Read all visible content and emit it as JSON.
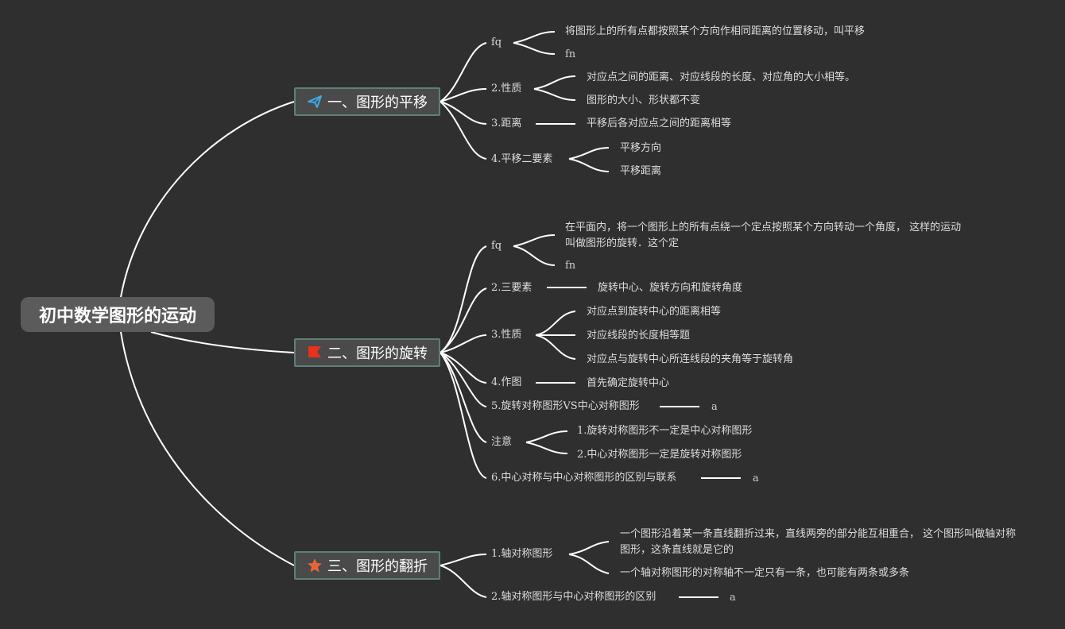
{
  "root": {
    "label": "初中数学图形的运动"
  },
  "branches": [
    {
      "label": "一、图形的平移",
      "icon": "paper-plane-icon",
      "icon_color": "#3fa9e8",
      "items": [
        {
          "label": "fq",
          "children": [
            "将图形上的所有点都按照某个方向作相同距离的位置移动，叫平移",
            "fn"
          ]
        },
        {
          "label": "2.性质",
          "children": [
            "对应点之间的距离、对应线段的长度、对应角的大小相等。",
            "图形的大小、形状都不变"
          ]
        },
        {
          "label": "3.距离",
          "children": [
            "平移后各对应点之间的距离相等"
          ]
        },
        {
          "label": "4.平移二要素",
          "children": [
            "平移方向",
            "平移距离"
          ]
        }
      ]
    },
    {
      "label": "二、图形的旋转",
      "icon": "red-flag-icon",
      "icon_color": "#e8321a",
      "items": [
        {
          "label": "fq",
          "children": [
            "在平面内，将一个图形上的所有点绕一个定点按照某个方向转动一个角度， 这样的运动叫做图形的旋转．这个定",
            "fn"
          ]
        },
        {
          "label": "2.三要素",
          "children": [
            "旋转中心、旋转方向和旋转角度"
          ]
        },
        {
          "label": "3.性质",
          "children": [
            "对应点到旋转中心的距离相等",
            "对应线段的长度相等题",
            "对应点与旋转中心所连线段的夹角等于旋转角"
          ]
        },
        {
          "label": "4.作图",
          "children": [
            "首先确定旋转中心"
          ]
        },
        {
          "label": "5.旋转对称图形VS中心对称图形",
          "children": [
            "a"
          ]
        },
        {
          "label": "注意",
          "children": [
            "1.旋转对称图形不一定是中心对称图形",
            "2.中心对称图形一定是旋转对称图形"
          ]
        },
        {
          "label": "6.中心对称与中心对称图形的区别与联系",
          "children": [
            "a"
          ]
        }
      ]
    },
    {
      "label": "三、图形的翻折",
      "icon": "star-icon",
      "icon_color": "#e8643a",
      "items": [
        {
          "label": "1.轴对称图形",
          "children": [
            "一个图形沿着某一条直线翻折过来，直线两旁的部分能互相重合， 这个图形叫做轴对称图形，这条直线就是它的",
            "一个轴对称图形的对称轴不一定只有一条，也可能有两条或多条"
          ]
        },
        {
          "label": "2.轴对称图形与中心对称图形的区别",
          "children": [
            "a"
          ]
        }
      ]
    }
  ]
}
